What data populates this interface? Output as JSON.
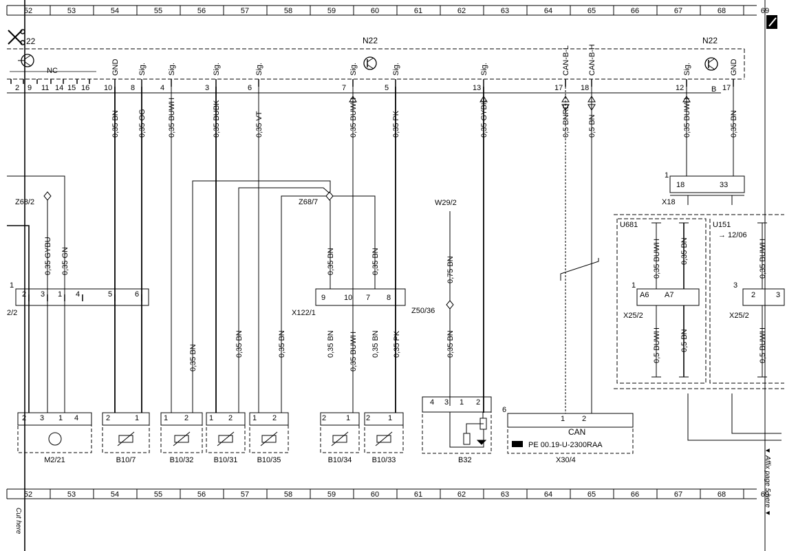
{
  "ruler": {
    "columns": [
      "52",
      "53",
      "54",
      "55",
      "56",
      "57",
      "58",
      "59",
      "60",
      "61",
      "62",
      "63",
      "64",
      "65",
      "66",
      "67",
      "68",
      "69"
    ]
  },
  "header": {
    "scissor_ref": "22",
    "n22_left": "N22",
    "n22_right": "N22",
    "nc_label": "NC",
    "bus_label": "B"
  },
  "connector_pins": {
    "left_group": [
      "2",
      "9",
      "11",
      "14",
      "15",
      "16"
    ],
    "signals": [
      {
        "pin": "10",
        "type": "GND",
        "wire": "0,35 BN"
      },
      {
        "pin": "8",
        "type": "Sig.",
        "wire": "0,35 OG"
      },
      {
        "pin": "4",
        "type": "Sig.",
        "wire": "0,35 BUWH"
      },
      {
        "pin": "3",
        "type": "Sig.",
        "wire": "0,35 BUBK"
      },
      {
        "pin": "6",
        "type": "Sig.",
        "wire": "0,35 VT"
      },
      {
        "pin": "7",
        "type": "Sig.",
        "wire": "0,35 BUWH"
      },
      {
        "pin": "5",
        "type": "Sig.",
        "wire": "0,35 PK"
      },
      {
        "pin": "13",
        "type": "Sig.",
        "wire": "0,35 GYBK"
      },
      {
        "pin": "17",
        "type": "CAN-B-L",
        "wire": "0,5 BNRD"
      },
      {
        "pin": "18",
        "type": "CAN-B-H",
        "wire": "0,5 BN"
      },
      {
        "pin": "12",
        "type": "Sig.",
        "wire": "0,35 BUWH"
      },
      {
        "pin": "17",
        "type": "GND",
        "wire": "0,35 BN"
      }
    ]
  },
  "splices": {
    "z68_2": "Z68/2",
    "z68_7": "Z68/7",
    "w29_2": "W29/2",
    "z50_36": "Z50/36"
  },
  "mid_wires": {
    "gybu": "0,35 GYBU",
    "gn": "0,35 GN",
    "bn": "0,35 BN",
    "bn075": "0,75 BN",
    "buwh": "0,35 BUWH",
    "pk": "0,35 PK",
    "bn05": "0,5 BN",
    "buwh05": "0,5 BUWH"
  },
  "connectors": {
    "left_conn": {
      "label": "2/2",
      "num": "1",
      "pins": [
        "2",
        "3",
        "1",
        "4",
        "5",
        "6"
      ]
    },
    "x122": {
      "label": "X122/1",
      "pins": [
        "9",
        "10",
        "7",
        "8"
      ]
    },
    "x18": {
      "label": "X18",
      "num": "1",
      "pins": [
        "18",
        "33"
      ]
    },
    "x25a": {
      "label": "X25/2",
      "num": "1",
      "pins": [
        "A6",
        "A7"
      ]
    },
    "x25b": {
      "label": "X25/2",
      "num": "3",
      "pins": [
        "2",
        "3"
      ]
    }
  },
  "modules": {
    "u681": "U681",
    "u151": "U151",
    "u151_ref": "→ 12/06"
  },
  "components": [
    {
      "name": "M2/21",
      "pins": [
        "2",
        "3",
        "1",
        "4"
      ]
    },
    {
      "name": "B10/7",
      "pins": [
        "2",
        "1"
      ]
    },
    {
      "name": "B10/32",
      "pins": [
        "1",
        "2"
      ]
    },
    {
      "name": "B10/31",
      "pins": [
        "1",
        "2"
      ]
    },
    {
      "name": "B10/35",
      "pins": [
        "1",
        "2"
      ]
    },
    {
      "name": "B10/34",
      "pins": [
        "2",
        "1"
      ]
    },
    {
      "name": "B10/33",
      "pins": [
        "2",
        "1"
      ]
    },
    {
      "name": "B32",
      "pins": [
        "4",
        "3",
        "1",
        "2"
      ]
    },
    {
      "name": "X30/4",
      "pins": [
        "1",
        "2"
      ]
    }
  ],
  "x30": {
    "num": "6",
    "can": "CAN",
    "ref": "PE 00.19-U-2300RAA"
  },
  "side_notes": {
    "cut_here": "Cut here",
    "affix": "▼ Affix page 5 here ▼"
  }
}
